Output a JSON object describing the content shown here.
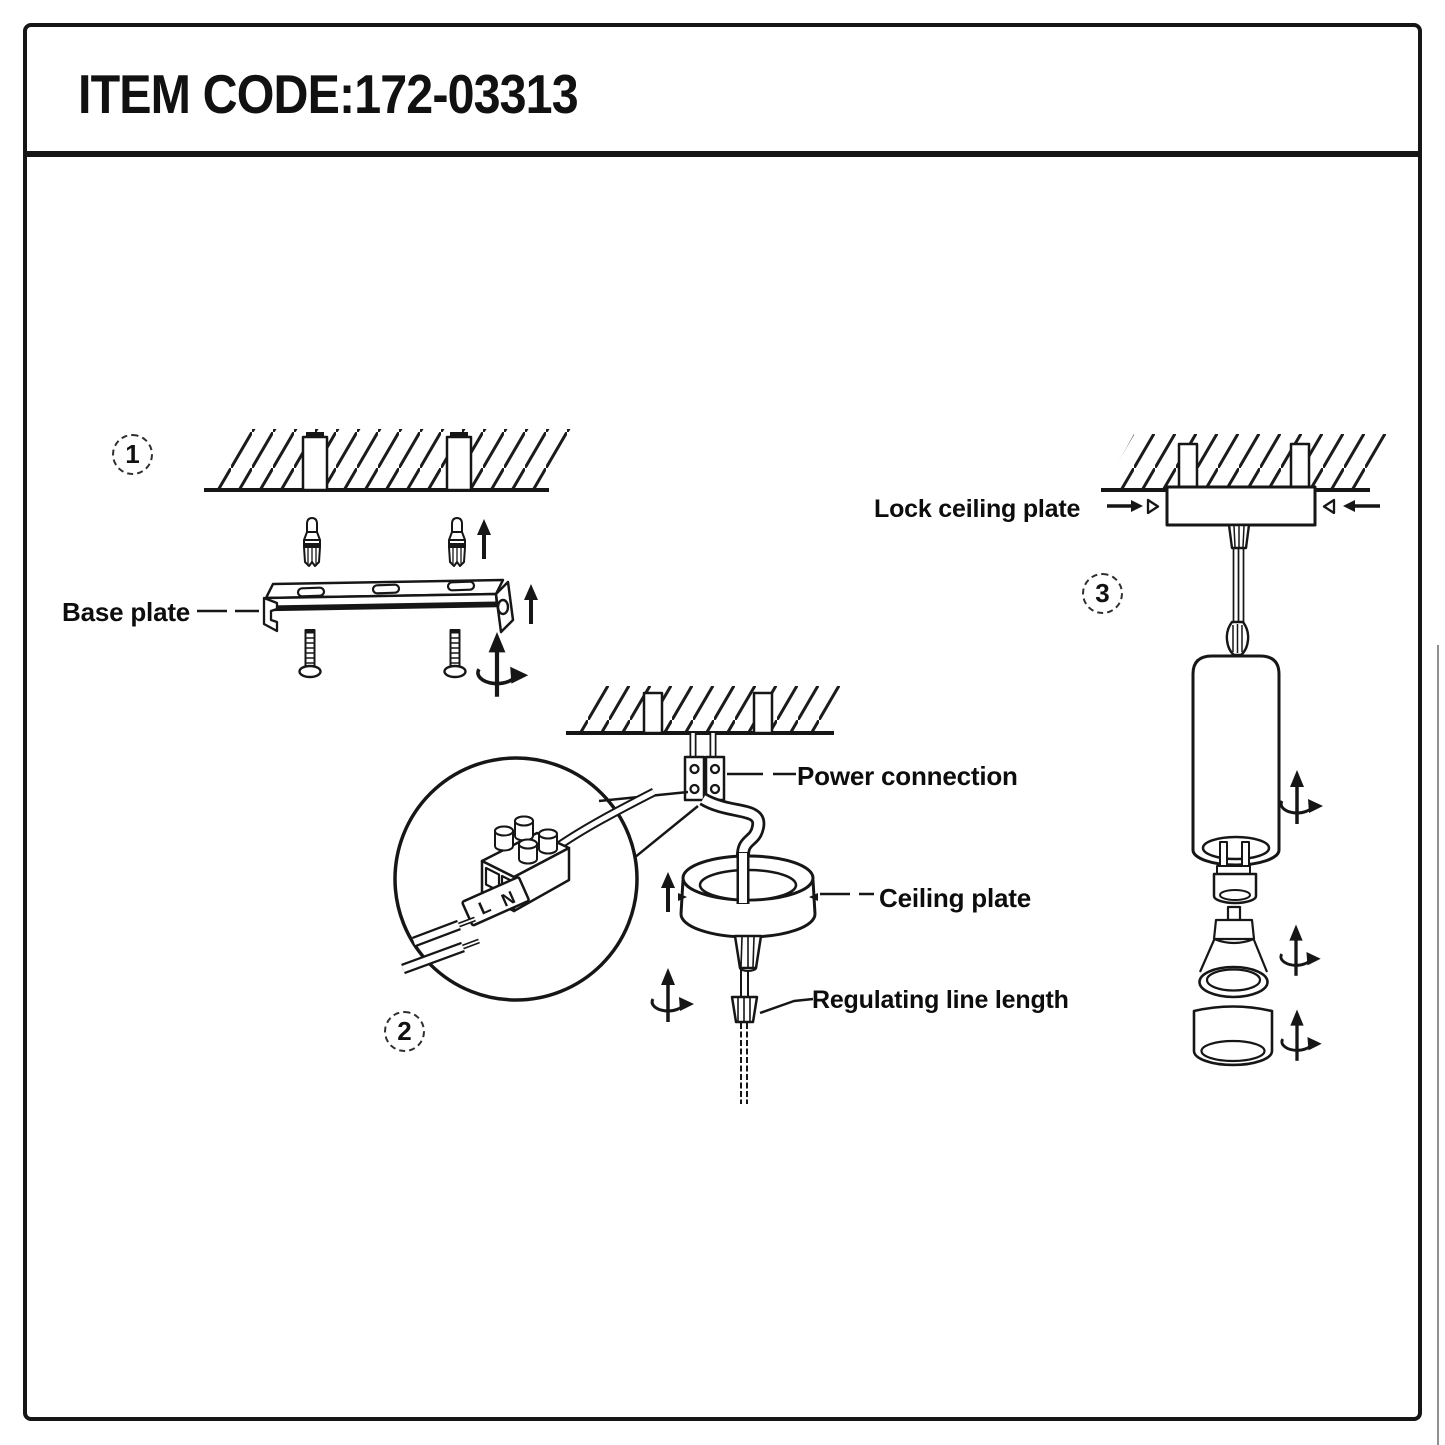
{
  "header": {
    "item_code_label": "ITEM CODE:172-03313"
  },
  "diagram": {
    "step_numbers": [
      "1",
      "2",
      "3"
    ],
    "labels": {
      "base_plate": "Base plate",
      "power_connection": "Power connection",
      "ceiling_plate": "Ceiling plate",
      "regulating_line_length": "Regulating line length",
      "lock_ceiling_plate": "Lock ceiling plate"
    },
    "terminal_markings": {
      "live": "L",
      "neutral": "N"
    }
  },
  "colors": {
    "ink": "#161616",
    "paper": "#ffffff"
  }
}
